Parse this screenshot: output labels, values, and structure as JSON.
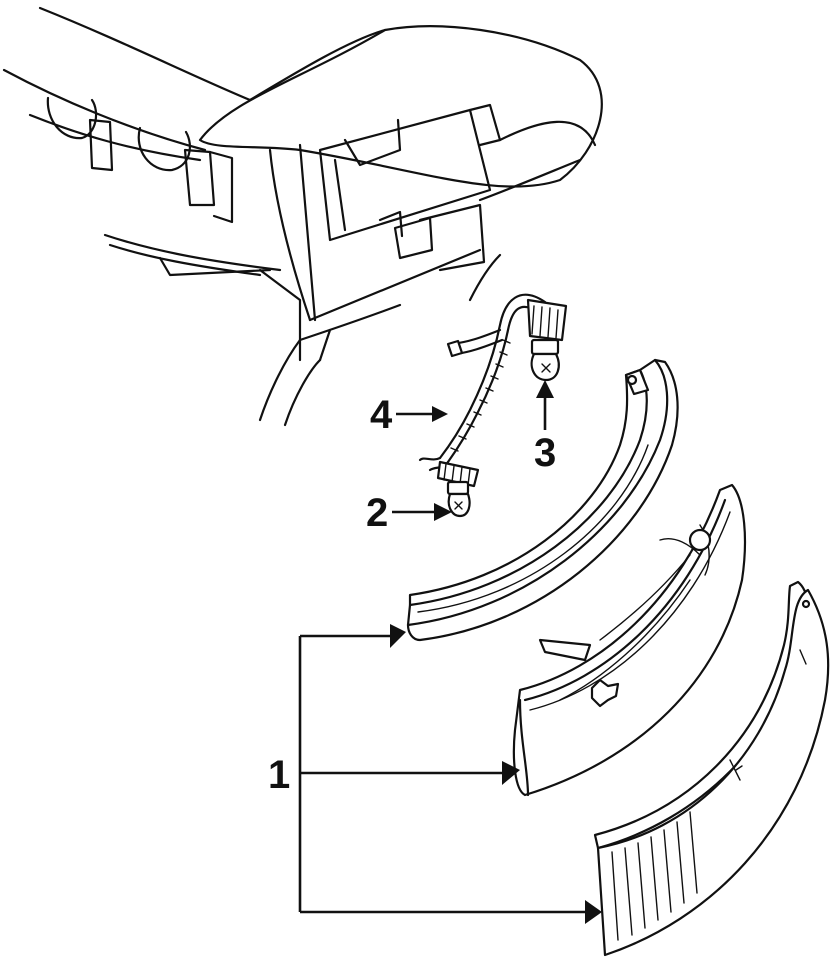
{
  "callouts": [
    {
      "id": "1",
      "label": "1"
    },
    {
      "id": "2",
      "label": "2"
    },
    {
      "id": "3",
      "label": "3"
    },
    {
      "id": "4",
      "label": "4"
    }
  ],
  "colors": {
    "ink": "#111111",
    "background": "#ffffff"
  }
}
